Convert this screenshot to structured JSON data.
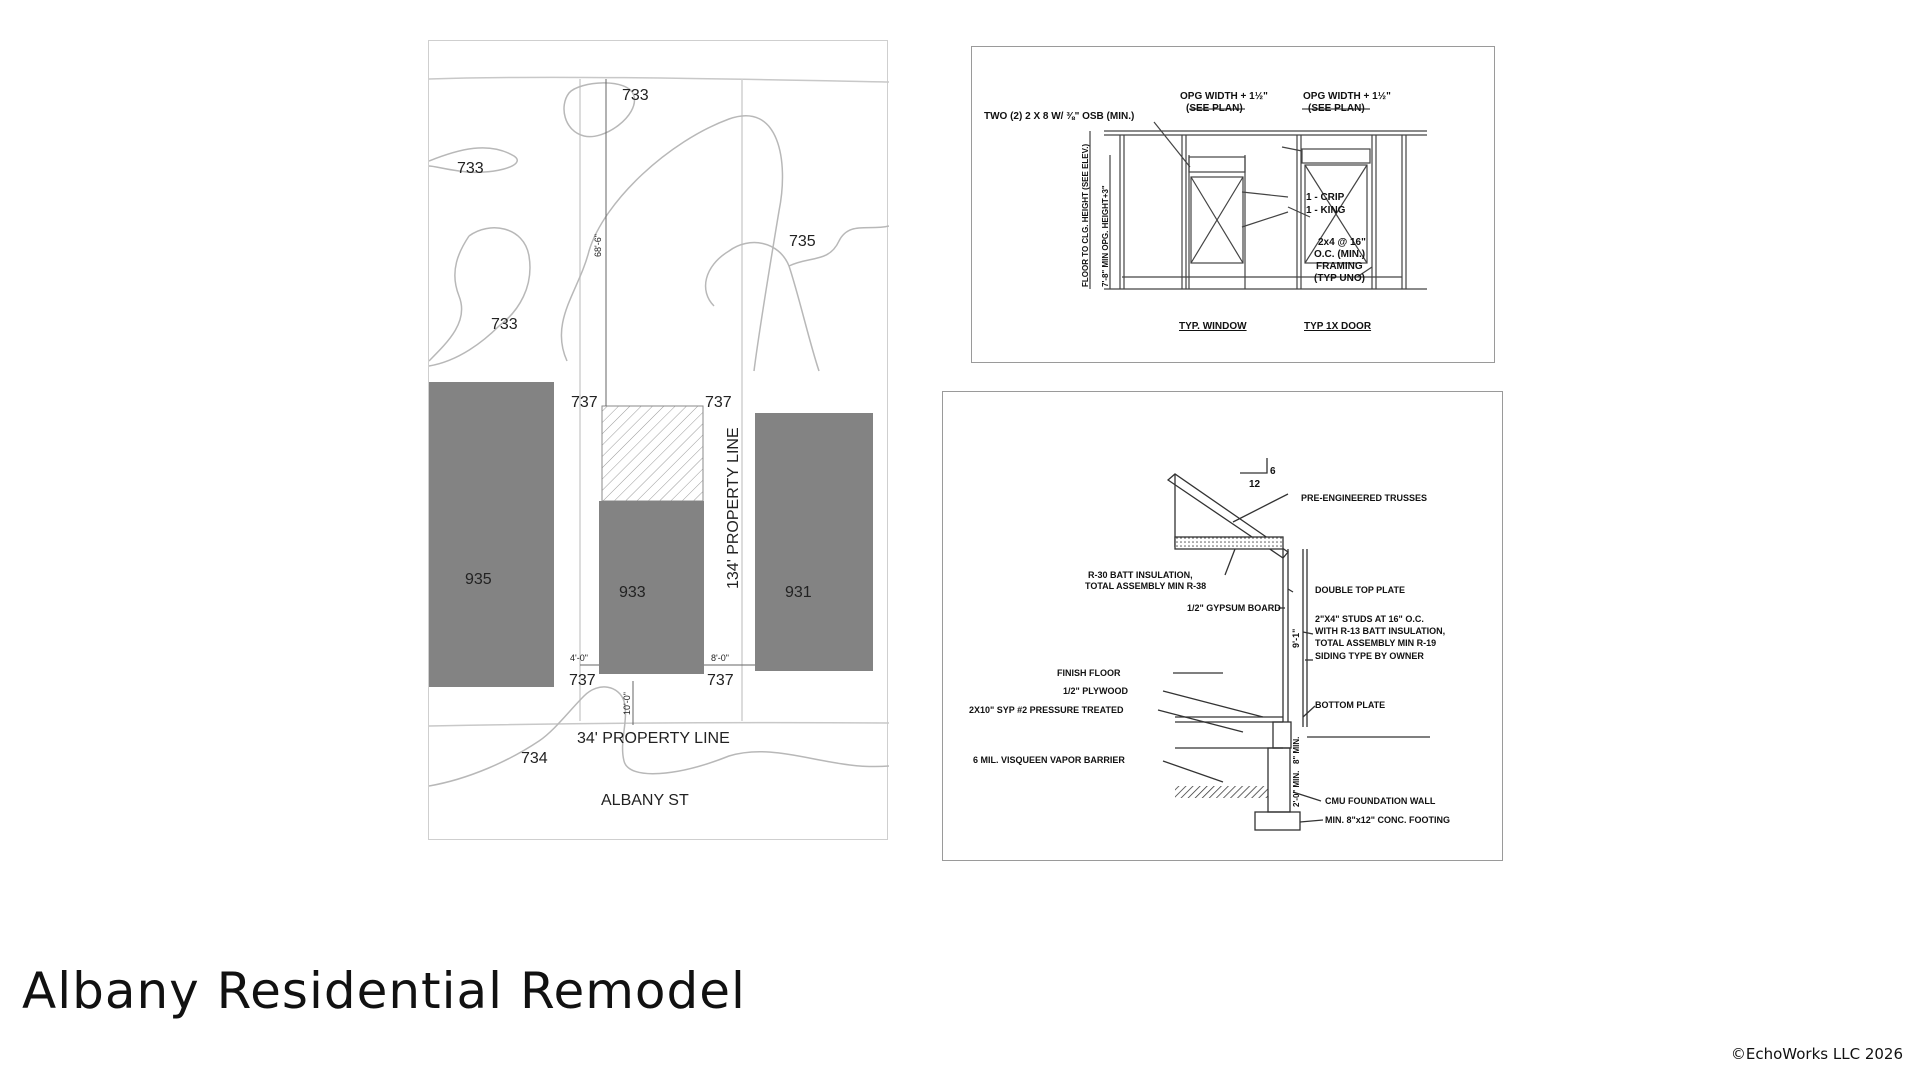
{
  "title": "Albany Residential Remodel",
  "copyright": "©EchoWorks LLC 2026",
  "site_plan": {
    "contours": [
      "733",
      "733",
      "733",
      "735",
      "734"
    ],
    "corners": [
      "737",
      "737",
      "737",
      "737"
    ],
    "lots": [
      "935",
      "933",
      "931"
    ],
    "side_property_line": "134' PROPERTY LINE",
    "front_property_line": "34' PROPERTY LINE",
    "street": "ALBANY ST",
    "dims": [
      "68'-6\"",
      "4'-0\"",
      "8'-0\"",
      "10'-0\""
    ]
  },
  "framing_detail": {
    "header_note": "TWO (2) 2 X 8 W/ ⅜\" OSB (MIN.)",
    "opg_width_1": "OPG WIDTH + 1½\"",
    "see_plan_1": "(SEE PLAN)",
    "opg_width_2": "OPG WIDTH + 1½\"",
    "see_plan_2": "(SEE PLAN)",
    "vertical_note_1": "FLOOR TO CLG. HEIGHT (SEE ELEV.)",
    "vertical_note_2": "7'-8\" MIN OPG. HEIGHT+3\"",
    "crip": "1 - CRIP",
    "king": "1 - KING",
    "studs_1": "2x4 @ 16\"",
    "studs_2": "O.C. (MIN.)",
    "studs_3": "FRAMING",
    "studs_4": "(TYP UNO)",
    "typ_window": "TYP. WINDOW",
    "typ_door": "TYP 1X DOOR"
  },
  "wall_section": {
    "pitch_rise": "6",
    "pitch_run": "12",
    "trusses": "PRE-ENGINEERED TRUSSES",
    "insulation_1": "R-30 BATT INSULATION,",
    "insulation_2": "TOTAL ASSEMBLY MIN R-38",
    "double_top_plate": "DOUBLE TOP PLATE",
    "gypsum": "1/2\" GYPSUM BOARD",
    "studs_1": "2\"X4\" STUDS AT 16\" O.C.",
    "studs_2": "WITH R-13 BATT INSULATION,",
    "studs_3": "TOTAL ASSEMBLY MIN R-19",
    "siding": "SIDING TYPE BY OWNER",
    "wall_height": "9'-1\"",
    "finish_floor": "FINISH FLOOR",
    "plywood": "1/2\" PLYWOOD",
    "pt_joist": "2X10\" SYP #2 PRESSURE TREATED",
    "bottom_plate": "BOTTOM PLATE",
    "vapor_barrier": "6 MIL. VISQUEEN VAPOR BARRIER",
    "found_dim_1": "8\" MIN.",
    "found_dim_2": "2'-0\" MIN.",
    "cmu_wall": "CMU FOUNDATION WALL",
    "footing": "MIN. 8\"x12\" CONC. FOOTING"
  }
}
